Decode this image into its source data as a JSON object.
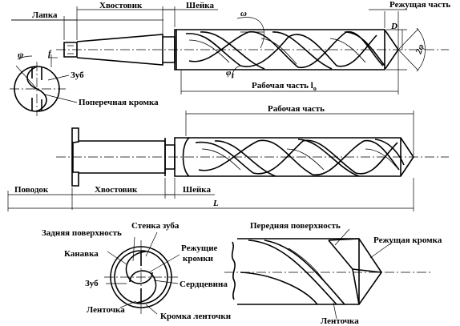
{
  "top_view": {
    "lapka": "Лапка",
    "khvostovik": "Хвостовик",
    "sheyka": "Шейка",
    "omega": "ω",
    "rezhushchaya_chast": "Режущая часть",
    "d": "D",
    "two_phi": "2φ",
    "phi1": "φ",
    "phi1_sub": "1",
    "rabochaya_chast_lo": "Рабочая часть l",
    "rabochaya_chast_lo_sub": "o"
  },
  "end_view": {
    "psi": "ψ",
    "f": "f",
    "zub": "Зуб",
    "poperechnaya_kromka": "Поперечная кромка"
  },
  "middle_view": {
    "rabochaya_chast": "Рабочая часть",
    "povodok": "Поводок",
    "khvostovik": "Хвостовик",
    "sheyka": "Шейка",
    "l": "L"
  },
  "section_view": {
    "zadnyaya_poverkhnost": "Задняя поверхность",
    "stenka_zuba": "Стенка зуба",
    "rezhushchie_kromki_1": "Режущие",
    "rezhushchie_kromki_2": "кромки",
    "kanavka": "Канавка",
    "zub": "Зуб",
    "serdtsevina": "Сердцевина",
    "lentochka": "Ленточка",
    "kromka_lentochki": "Кромка ленточки"
  },
  "tip_view": {
    "perednyaya_poverkhnost": "Передняя поверхность",
    "rezhushchaya_kromka": "Режущая кромка",
    "lentochka": "Ленточка"
  }
}
